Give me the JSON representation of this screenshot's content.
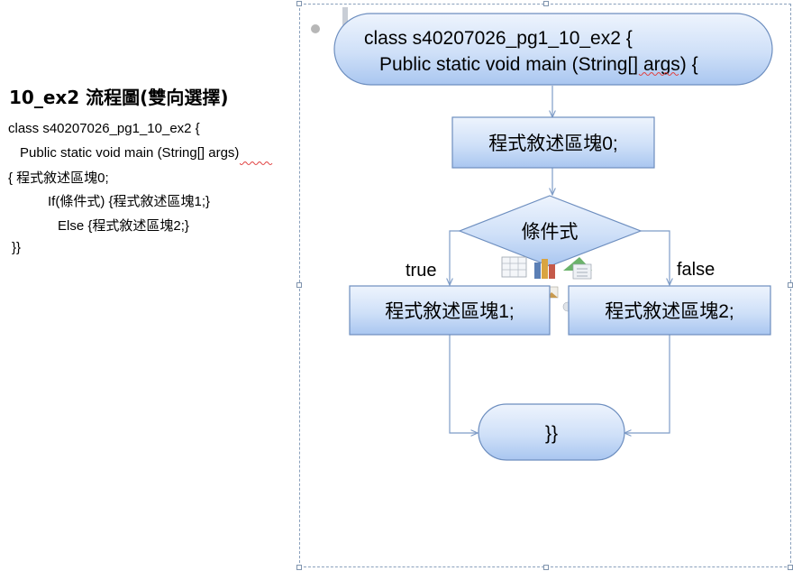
{
  "left_panel": {
    "title": "10_ex2 流程圖(雙向選擇)",
    "code_lines": [
      "class s40207026_pg1_10_ex2 {",
      "Public static void main (String[] args)",
      "{              程式敘述區塊0;",
      "If(條件式) {程式敘述區塊1;}",
      "Else {程式敘述區塊2;}",
      "}}"
    ]
  },
  "flowchart": {
    "start": {
      "line1": "class s40207026_pg1_10_ex2 {",
      "line2": "Public static void main (String[] args) {"
    },
    "block0": "程式敘述區塊0;",
    "decision": "條件式",
    "true_label": "true",
    "false_label": "false",
    "block1": "程式敘述區塊1;",
    "block2": "程式敘述區塊2;",
    "end": "}}"
  },
  "colors": {
    "node_fill_top": "#eef4fd",
    "node_fill_bottom": "#a9c6f0",
    "node_stroke": "#6d8ebf",
    "arrow": "#7e9cc7"
  }
}
